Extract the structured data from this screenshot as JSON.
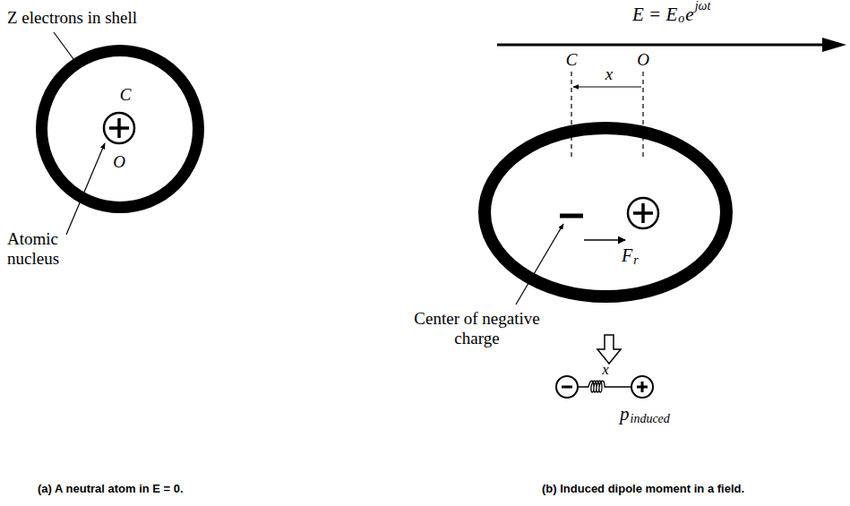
{
  "diagram": {
    "labels": [
      "Z electrons in shell",
      "C",
      "O",
      "Atomic nucleus",
      "E = E",
      "o",
      "e",
      "jωt",
      "C",
      "x",
      "O",
      "F",
      "r",
      "Center of negative charge",
      "x",
      "p",
      "induced",
      "(a) A neutral atom in E = 0.",
      "(b) Induced dipole moment in a field."
    ]
  }
}
